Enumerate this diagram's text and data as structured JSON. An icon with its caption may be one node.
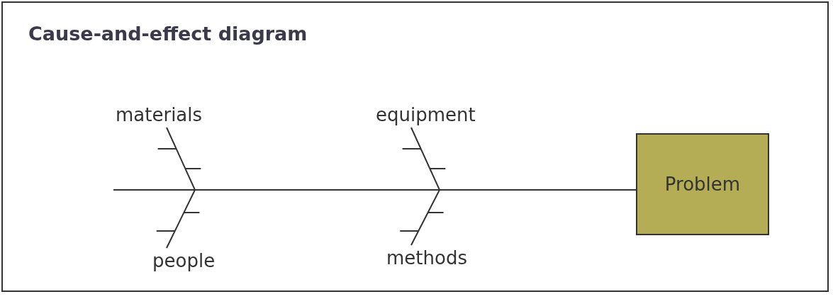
{
  "diagram": {
    "title": "Cause-and-effect diagram",
    "nodes": [
      {
        "text": [
          "materials"
        ]
      },
      {
        "text": [
          "people"
        ]
      },
      {
        "text": [
          "equipment"
        ]
      },
      {
        "text": [
          "methods"
        ]
      },
      {
        "text": [
          "Problem"
        ]
      }
    ],
    "edges": [
      {
        "from": 0,
        "to": 4,
        "arrow": "none"
      },
      {
        "from": 1,
        "to": 4,
        "arrow": "none"
      },
      {
        "from": 2,
        "to": 4,
        "arrow": "none"
      },
      {
        "from": 3,
        "to": 4,
        "arrow": "none"
      },
      {
        "from": null,
        "to": 4,
        "arrow": "none"
      }
    ]
  }
}
